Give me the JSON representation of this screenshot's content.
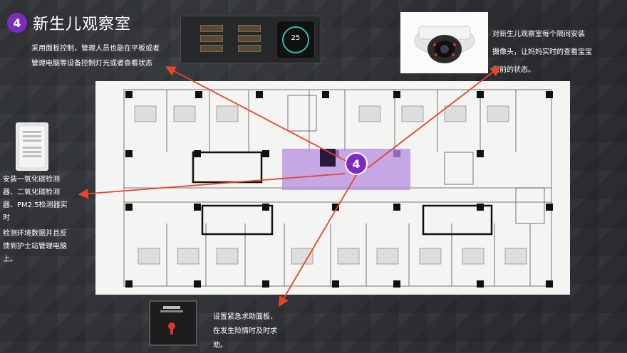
{
  "header": {
    "badge": "4",
    "title": "新生儿观察室"
  },
  "panel_caption": [
    "采用面板控制，管理人员也能在平板或者",
    "管理电脑等设备控制灯光或者查看状态"
  ],
  "camera_caption": [
    "对新生儿观察室每个隔间安装",
    "摄像头，让妈妈实时的查看宝宝",
    "当前的状态。"
  ],
  "detector_caption": [
    "安装一氧化碳检测",
    "器、二氧化碳检测",
    "器、PM2.5检测器实",
    "时",
    "检测环境数据并且反",
    "馈到护士站管理电脑",
    "上。"
  ],
  "sos_caption": [
    "设置紧急求助面板、",
    "在发生险情时及时求",
    "助。"
  ],
  "thermostat": {
    "value": "25"
  },
  "floorplan": {
    "marker": "4"
  },
  "colors": {
    "accent": "#7b2cbf",
    "arrow": "#e8442a",
    "highlight": "#b58ee0"
  }
}
